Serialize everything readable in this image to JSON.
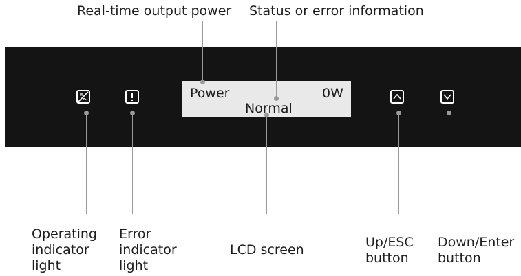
{
  "top_labels": {
    "output_power": "Real-time output power",
    "status_info": "Status or error information"
  },
  "lcd": {
    "power_label": "Power",
    "power_value": "0W",
    "status": "Normal"
  },
  "icons": {
    "operating": "operating-indicator-icon",
    "error": "error-indicator-icon",
    "up": "up-arrow-icon",
    "down": "down-arrow-icon"
  },
  "bottom_labels": {
    "operating": [
      "Operating",
      "indicator",
      "light"
    ],
    "error": [
      "Error",
      "indicator",
      "light"
    ],
    "lcd": [
      "LCD screen"
    ],
    "up": [
      "Up/ESC",
      "button"
    ],
    "down": [
      "Down/Enter",
      "button"
    ]
  },
  "colors": {
    "panel": "#141414",
    "lcd": "#e9e9e9",
    "callout": "#9a9a9a",
    "text": "#1e1e1e"
  }
}
